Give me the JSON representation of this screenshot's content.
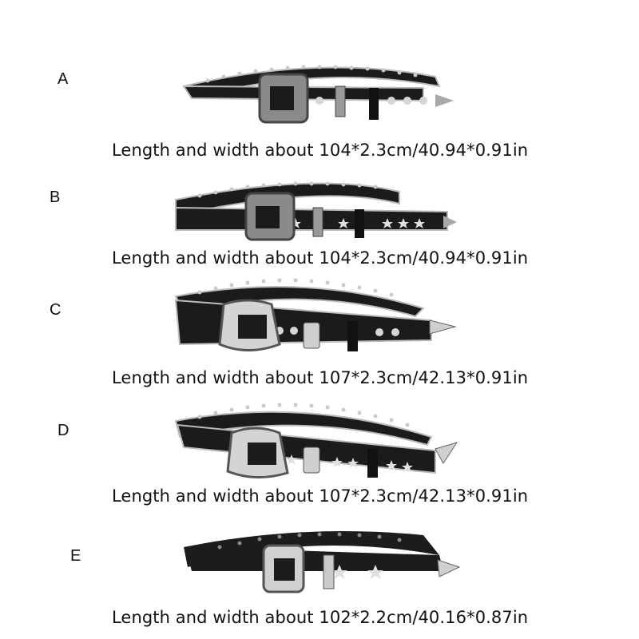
{
  "variants": [
    {
      "letter": "A",
      "caption": "Length and width about 104*2.3cm/40.94*0.91in"
    },
    {
      "letter": "B",
      "caption": "Length and width about 104*2.3cm/40.94*0.91in"
    },
    {
      "letter": "C",
      "caption": "Length and width about 107*2.3cm/42.13*0.91in"
    },
    {
      "letter": "D",
      "caption": "Length and width about 107*2.3cm/42.13*0.91in"
    },
    {
      "letter": "E",
      "caption": "Length and width about 102*2.2cm/40.16*0.87in"
    }
  ],
  "colors": {
    "leather": "#1b1b1b",
    "stud": "#c9c9c9",
    "metal": "#a8a8a8",
    "metal_dark": "#555555",
    "text": "#111111"
  },
  "icons": [
    "belt-image",
    "star-stud-icon",
    "round-stud-icon",
    "western-buckle-icon",
    "chrome-buckle-icon"
  ]
}
